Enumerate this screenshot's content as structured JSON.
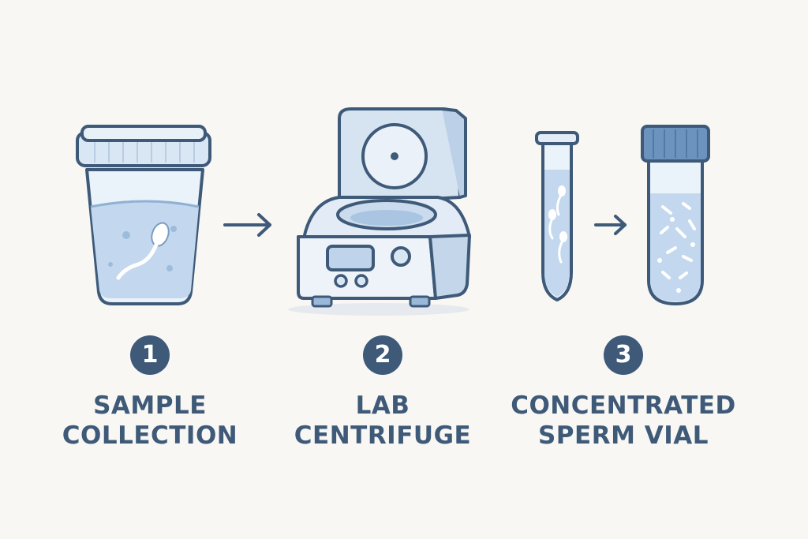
{
  "colors": {
    "background": "#f8f7f4",
    "outline": "#3e5a78",
    "accent_fill": "#c5d9ee",
    "light_fill": "#e6eff8",
    "cap_fill": "#6b93bd"
  },
  "steps": [
    {
      "number": "1",
      "label_line1": "SAMPLE",
      "label_line2": "COLLECTION",
      "icon": "sample-cup-icon"
    },
    {
      "number": "2",
      "label_line1": "LAB",
      "label_line2": "CENTRIFUGE",
      "icon": "centrifuge-icon"
    },
    {
      "number": "3",
      "label_line1": "CONCENTRATED",
      "label_line2": "SPERM VIAL",
      "icon": "vial-icon"
    }
  ],
  "arrows": [
    "arrow-right-icon",
    "arrow-right-icon"
  ]
}
